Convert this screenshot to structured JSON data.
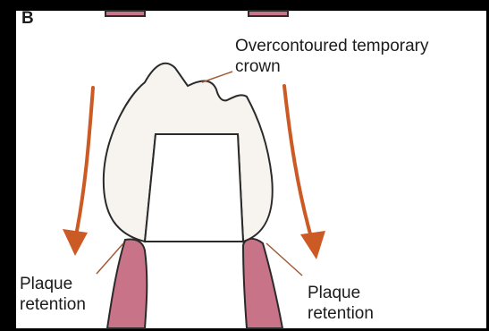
{
  "figure": {
    "panel_letter": "B",
    "labels": {
      "crown": "Overcontoured temporary\ncrown",
      "plaque_left": "Plaque\nretention",
      "plaque_right": "Plaque\nretention"
    },
    "colors": {
      "frame": "#000000",
      "background": "#ffffff",
      "crown_fill": "#f7f3ef",
      "outline": "#2a2a2a",
      "gingiva": "#c97388",
      "arrow": "#cc5a25",
      "leader": "#a05a36"
    }
  }
}
